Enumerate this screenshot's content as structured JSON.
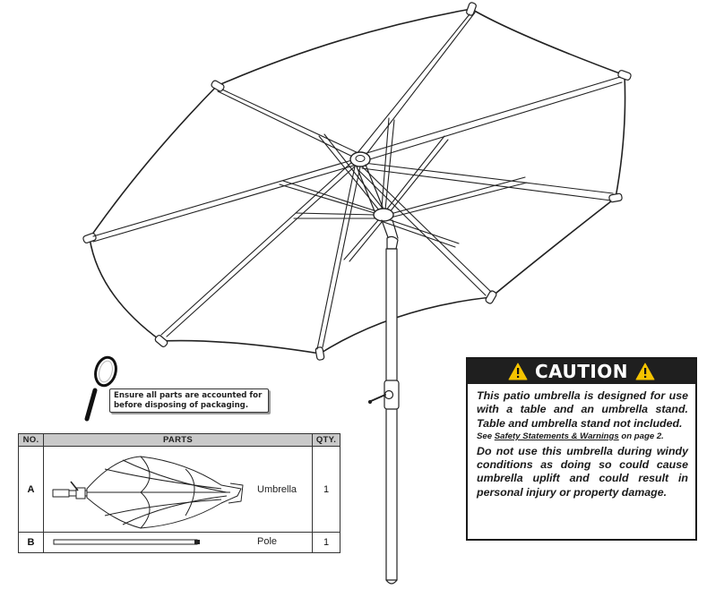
{
  "note": {
    "line1": "Ensure all parts are accounted for",
    "line2": "before disposing of packaging."
  },
  "parts_table": {
    "headers": {
      "no": "No.",
      "parts": "Parts",
      "qty": "Qty."
    },
    "rows": [
      {
        "id": "A",
        "name": "Umbrella",
        "qty": "1"
      },
      {
        "id": "B",
        "name": "Pole",
        "qty": "1"
      }
    ]
  },
  "caution": {
    "title": "CAUTION",
    "paragraph1": "This patio umbrella is designed for use with a table and an umbrella stand. Table and umbrella stand not included.",
    "see_prefix": "See",
    "see_link": "Safety Statements & Warnings",
    "see_suffix": "on page 2.",
    "paragraph2": "Do not use this umbrella during windy conditions as doing so could cause umbrella uplift and could result in personal injury or property damage."
  },
  "colors": {
    "caution_header": "#1f1f1f",
    "warning_yellow": "#f5c400",
    "table_header": "#c9c9c9"
  },
  "icons": [
    "umbrella-illustration",
    "magnifier-icon",
    "warning-icon",
    "umbrella-part-icon",
    "pole-part-icon"
  ]
}
